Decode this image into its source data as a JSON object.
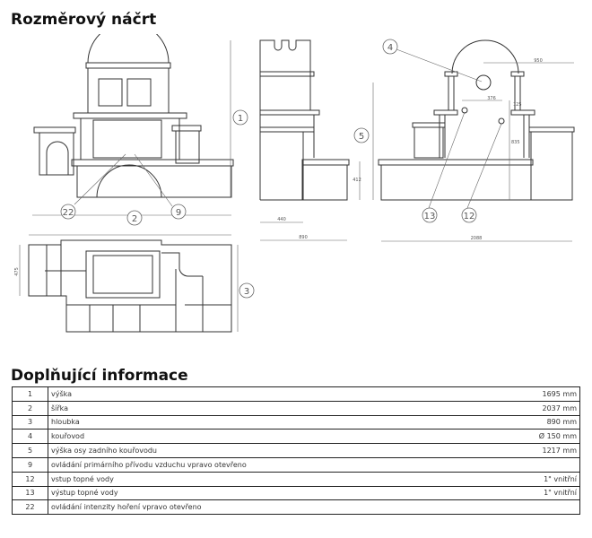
{
  "titles": {
    "sketch": "Rozměrový náčrt",
    "info": "Doplňující informace"
  },
  "drawing": {
    "callouts": [
      "1",
      "2",
      "3",
      "4",
      "5",
      "9",
      "12",
      "13",
      "22"
    ],
    "dimensions": {
      "d412": "412",
      "d440": "440",
      "d890": "890",
      "d2088": "2088",
      "d950": "950",
      "d376": "376",
      "d125": "125",
      "d835": "835",
      "d475": "475"
    }
  },
  "table": [
    {
      "num": "1",
      "desc": "výška",
      "value": "1695 mm"
    },
    {
      "num": "2",
      "desc": "šířka",
      "value": "2037 mm"
    },
    {
      "num": "3",
      "desc": "hloubka",
      "value": "890 mm"
    },
    {
      "num": "4",
      "desc": "kouřovod",
      "value": "Ø 150 mm"
    },
    {
      "num": "5",
      "desc": "výška osy zadního kouřovodu",
      "value": "1217 mm"
    },
    {
      "num": "9",
      "desc": "ovládání primárního přívodu vzduchu    vpravo otevřeno",
      "value": ""
    },
    {
      "num": "12",
      "desc": "vstup topné vody",
      "value": "1\" vnitřní"
    },
    {
      "num": "13",
      "desc": "výstup topné vody",
      "value": "1\" vnitřní"
    },
    {
      "num": "22",
      "desc": "ovládání intenzity hoření    vpravo otevřeno",
      "value": ""
    }
  ]
}
